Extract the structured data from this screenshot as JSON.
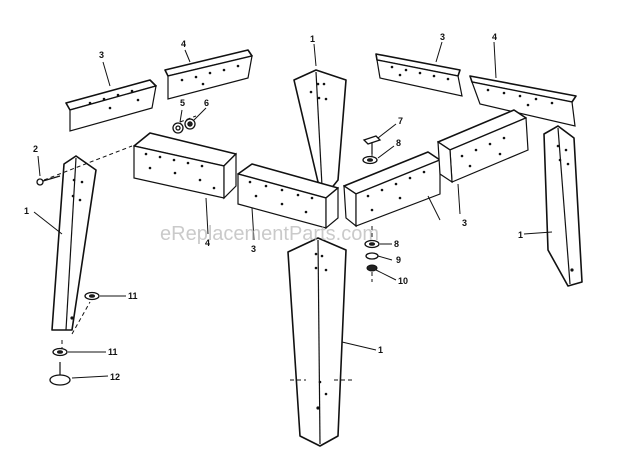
{
  "watermark": "eReplacementParts.com",
  "callouts": {
    "c1_top": "1",
    "c1_left": "1",
    "c1_bottom": "1",
    "c1_right": "1",
    "c2": "2",
    "c3_topleft": "3",
    "c3_topright": "3",
    "c3_center": "3",
    "c3_right": "3",
    "c4_topleft": "4",
    "c4_topright": "4",
    "c4_left": "4",
    "c5": "5",
    "c6": "6",
    "c7": "7",
    "c8_top": "8",
    "c8_bottom": "8",
    "c9": "9",
    "c10": "10",
    "c11_top": "11",
    "c11_bottom": "11",
    "c12": "12"
  }
}
